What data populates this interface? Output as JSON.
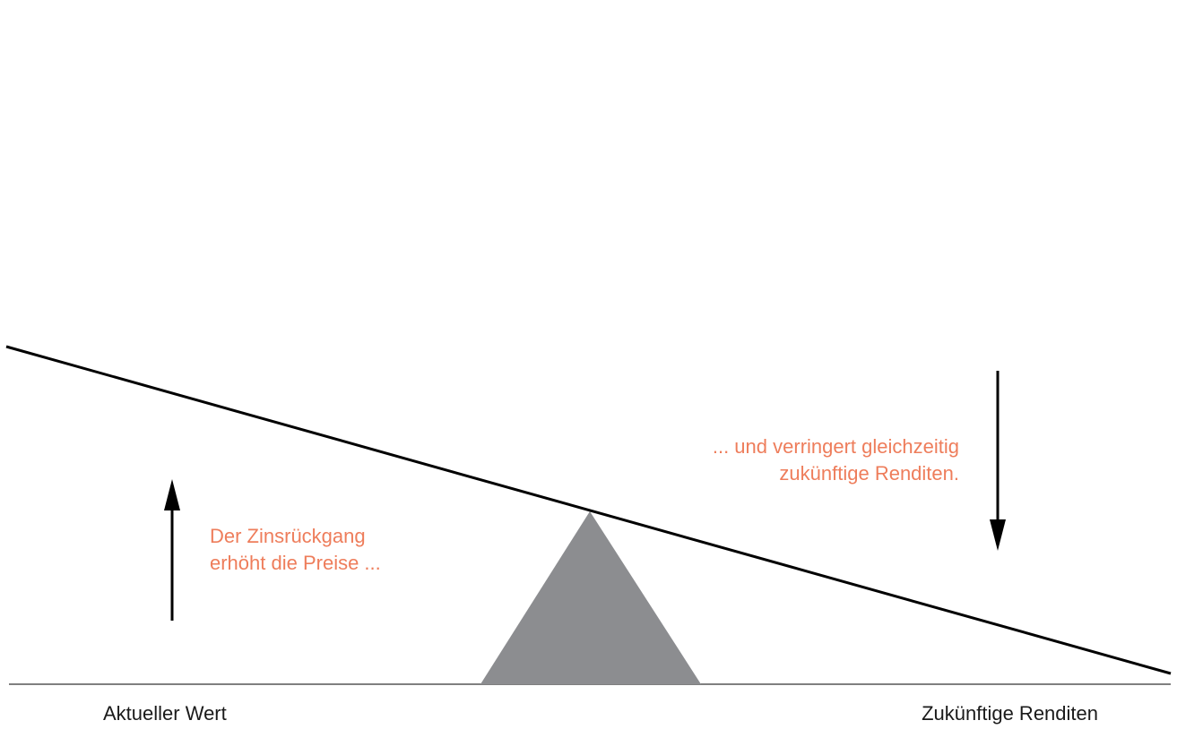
{
  "labels": {
    "left_axis": "Aktueller Wert",
    "right_axis": "Zukünftige Renditen"
  },
  "notes": {
    "left": {
      "line1": "Der Zinsrückgang",
      "line2": "erhöht die Preise ..."
    },
    "right": {
      "line1": "... und verringert gleichzeitig",
      "line2": "zukünftige Renditen."
    }
  },
  "colors": {
    "note_text": "#ee7d5b",
    "line": "#000000",
    "fulcrum": "#8c8d90"
  },
  "arrows": {
    "left_direction": "up",
    "right_direction": "down"
  }
}
